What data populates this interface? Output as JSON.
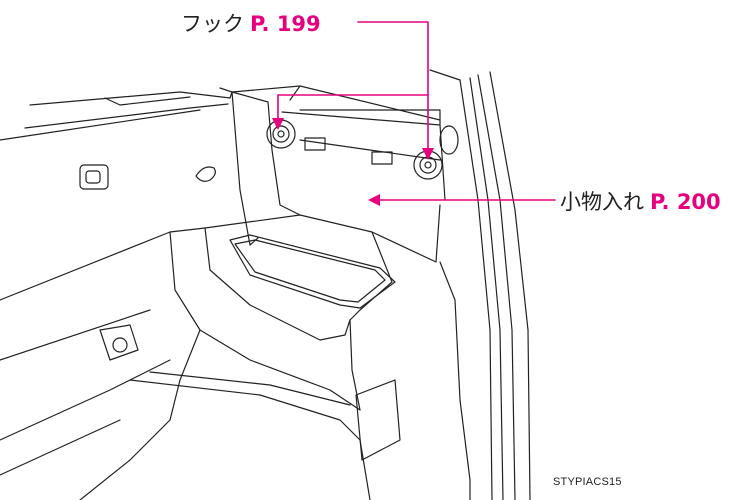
{
  "callouts": {
    "hook": {
      "text": "フック",
      "ref": "P. 199"
    },
    "storage": {
      "text": "小物入れ",
      "ref": "P. 200"
    }
  },
  "image_code": "STYPIACS15",
  "colors": {
    "callout": "#e6007e",
    "line": "#222222",
    "background": "#ffffff"
  }
}
